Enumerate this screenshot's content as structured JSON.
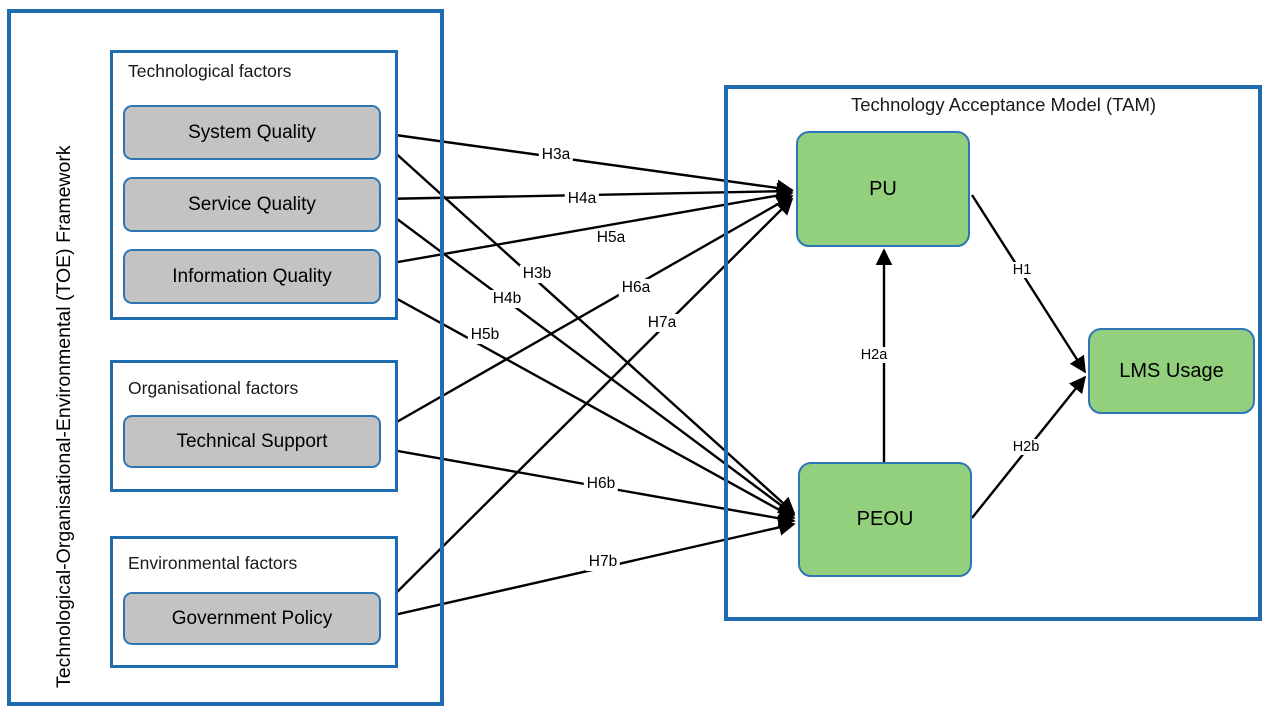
{
  "diagram": {
    "title": "Research Model: TOE Framework and Technology Acceptance Model",
    "colors": {
      "frame_blue": "#1f6cb0",
      "node_border_blue": "#2e75b6",
      "factor_grey": "#c3c3c3",
      "tam_green": "#93d07d",
      "edge_black": "#000000",
      "background": "#ffffff"
    }
  },
  "toe": {
    "vertical_label": "Technological-Organisational-Environmental  (TOE) Framework",
    "groups": [
      {
        "caption": "Technological factors",
        "nodes": [
          {
            "label": "System Quality"
          },
          {
            "label": "Service Quality"
          },
          {
            "label": "Information Quality"
          }
        ]
      },
      {
        "caption": "Organisational factors",
        "nodes": [
          {
            "label": "Technical Support"
          }
        ]
      },
      {
        "caption": "Environmental factors",
        "nodes": [
          {
            "label": "Government Policy"
          }
        ]
      }
    ]
  },
  "tam": {
    "title": "Technology Acceptance Model (TAM)",
    "nodes": [
      {
        "label": "PU"
      },
      {
        "label": "PEOU"
      },
      {
        "label": "LMS Usage"
      }
    ]
  },
  "hypotheses": [
    {
      "id": "H1",
      "label": "H1",
      "from": "PU",
      "to": "LMS Usage"
    },
    {
      "id": "H2a",
      "label": "H2a",
      "from": "PEOU",
      "to": "PU"
    },
    {
      "id": "H2b",
      "label": "H2b",
      "from": "PEOU",
      "to": "LMS Usage"
    },
    {
      "id": "H3a",
      "label": "H3a",
      "from": "System Quality",
      "to": "PU"
    },
    {
      "id": "H3b",
      "label": "H3b",
      "from": "System Quality",
      "to": "PEOU"
    },
    {
      "id": "H4a",
      "label": "H4a",
      "from": "Service Quality",
      "to": "PU"
    },
    {
      "id": "H4b",
      "label": "H4b",
      "from": "Service Quality",
      "to": "PEOU"
    },
    {
      "id": "H5a",
      "label": "H5a",
      "from": "Information Quality",
      "to": "PU"
    },
    {
      "id": "H5b",
      "label": "H5b",
      "from": "Information Quality",
      "to": "PEOU"
    },
    {
      "id": "H6a",
      "label": "H6a",
      "from": "Technical Support",
      "to": "PU"
    },
    {
      "id": "H6b",
      "label": "H6b",
      "from": "Technical Support",
      "to": "PEOU"
    },
    {
      "id": "H7a",
      "label": "H7a",
      "from": "Government Policy",
      "to": "PU"
    },
    {
      "id": "H7b",
      "label": "H7b",
      "from": "Government Policy",
      "to": "PEOU"
    }
  ]
}
